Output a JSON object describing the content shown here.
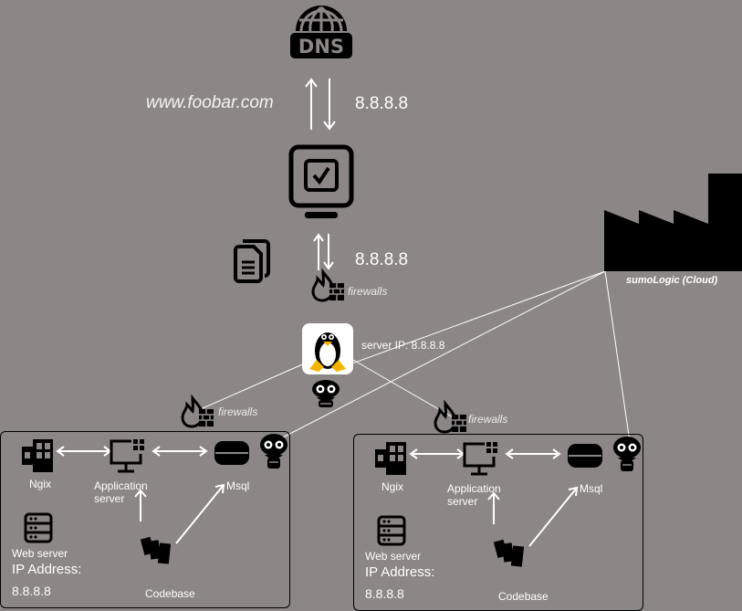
{
  "top": {
    "domain": "www.foobar.com",
    "dns_ip": "8.8.8.8",
    "client_ip": "8.8.8.8"
  },
  "firewalls": {
    "top": "firewalls",
    "left": "firewalls",
    "right": "firewalls"
  },
  "server": {
    "ip_label": "server IP: 8.8.8.8"
  },
  "cloud": {
    "label": "sumoLogic (Cloud)"
  },
  "clusters": [
    {
      "ngix": "Ngix",
      "app_server_line1": "Application",
      "app_server_line2": "server",
      "msql": "Msql",
      "web_server": "Web server",
      "ip_title": "IP Address:",
      "ip_value": "8.8.8.8",
      "codebase": "Codebase"
    },
    {
      "ngix": "Ngix",
      "app_server_line1": "Application",
      "app_server_line2": "server",
      "msql": "Msql",
      "web_server": "Web server",
      "ip_title": "IP Address:",
      "ip_value": "8.8.8.8",
      "codebase": "Codebase"
    }
  ],
  "icons": {
    "dns": "dns-globe-icon",
    "monitor": "monitor-check-icon",
    "documents": "documents-icon",
    "firewall": "firewall-icon",
    "linux": "linux-tux-icon",
    "monitoring": "monitoring-agent-icon",
    "factory": "factory-icon",
    "load_balancer": "nginx-icon",
    "app_server": "application-server-icon",
    "database": "database-icon",
    "web_server": "web-server-icon",
    "codebase": "codebase-files-icon"
  }
}
